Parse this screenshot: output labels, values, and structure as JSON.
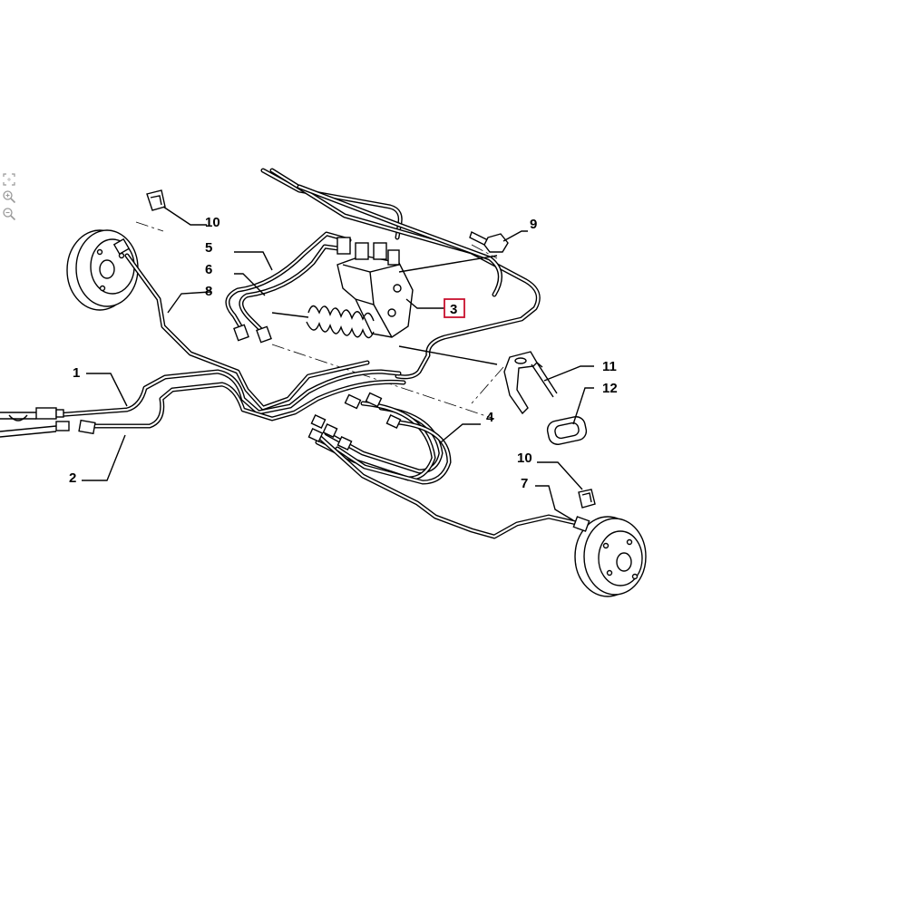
{
  "toolbar": {
    "icons": [
      "fit-screen-icon",
      "zoom-in-icon",
      "zoom-out-icon"
    ]
  },
  "diagram": {
    "highlight_color": "#c8102e",
    "callouts": {
      "c1": "1",
      "c2": "2",
      "c3": "3",
      "c4": "4",
      "c5": "5",
      "c6": "6",
      "c7": "7",
      "c8": "8",
      "c9": "9",
      "c10a": "10",
      "c10b": "10",
      "c11": "11",
      "c12": "12"
    }
  }
}
